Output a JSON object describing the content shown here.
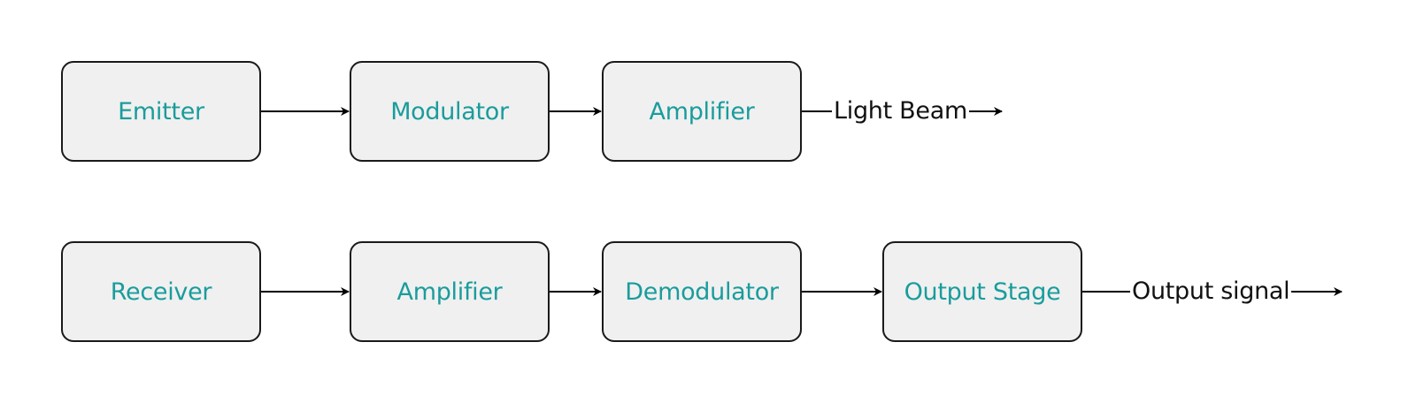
{
  "rows": {
    "transmitter": {
      "blocks": [
        "Emitter",
        "Modulator",
        "Amplifier"
      ],
      "output_label": "Light Beam"
    },
    "receiver": {
      "blocks": [
        "Receiver",
        "Amplifier",
        "Demodulator",
        "Output Stage"
      ],
      "output_label": "Output signal"
    }
  },
  "colors": {
    "block_fill": "#f0f0f0",
    "block_border": "#1a1a1a",
    "block_text": "#1a9c9c",
    "arrow": "#000000",
    "label_text": "#111111"
  }
}
